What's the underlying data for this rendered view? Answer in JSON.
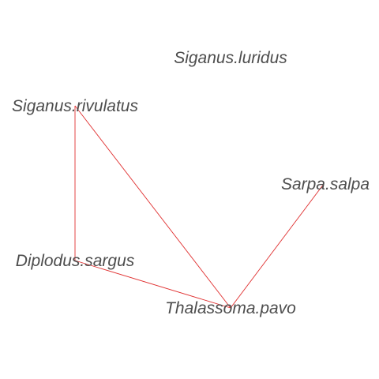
{
  "network": {
    "nodes": [
      {
        "id": "siganus-luridus",
        "label": "Siganus.luridus"
      },
      {
        "id": "siganus-rivulatus",
        "label": "Siganus.rivulatus"
      },
      {
        "id": "sarpa-salpa",
        "label": "Sarpa.salpa"
      },
      {
        "id": "diplodus-sargus",
        "label": "Diplodus.sargus"
      },
      {
        "id": "thalassoma-pavo",
        "label": "Thalassoma.pavo"
      }
    ],
    "edges": [
      {
        "from": "siganus-rivulatus",
        "to": "diplodus-sargus"
      },
      {
        "from": "siganus-rivulatus",
        "to": "thalassoma-pavo"
      },
      {
        "from": "diplodus-sargus",
        "to": "thalassoma-pavo"
      },
      {
        "from": "thalassoma-pavo",
        "to": "sarpa-salpa"
      }
    ],
    "edge_color": "#e03030",
    "label_color": "#4d4d4d"
  }
}
